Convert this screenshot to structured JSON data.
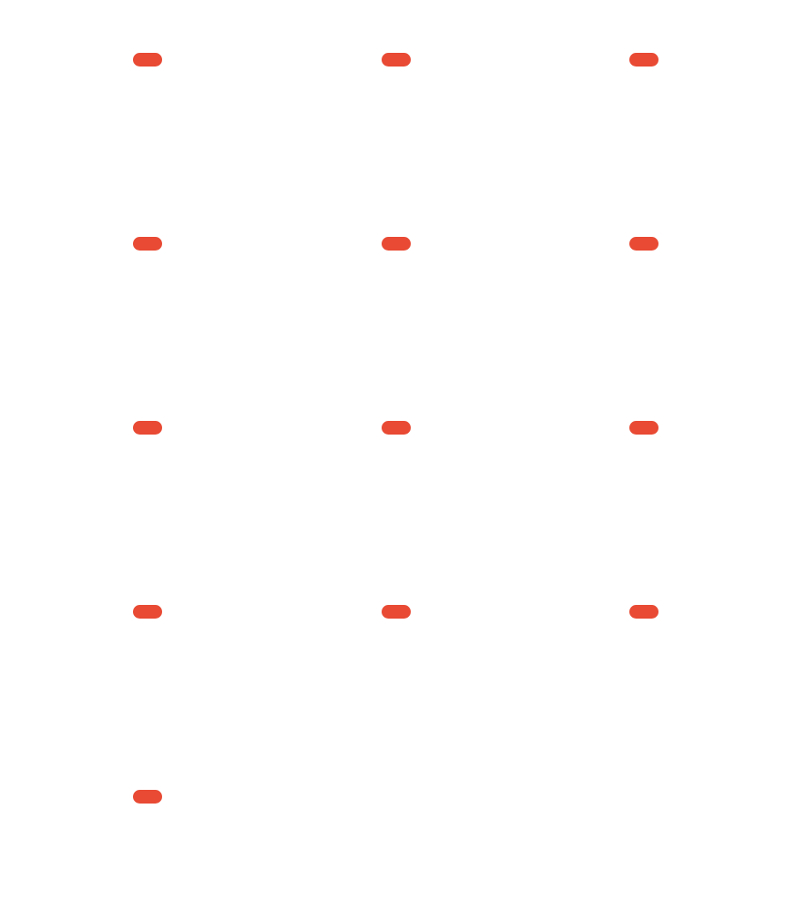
{
  "colors": {
    "background": "#ffffff",
    "badge": "#e84a34"
  },
  "badges": [
    {
      "icon": "red-pill-badge"
    },
    {
      "icon": "red-pill-badge"
    },
    {
      "icon": "red-pill-badge"
    },
    {
      "icon": "red-pill-badge"
    },
    {
      "icon": "red-pill-badge"
    },
    {
      "icon": "red-pill-badge"
    },
    {
      "icon": "red-pill-badge"
    },
    {
      "icon": "red-pill-badge"
    },
    {
      "icon": "red-pill-badge"
    },
    {
      "icon": "red-pill-badge"
    },
    {
      "icon": "red-pill-badge"
    },
    {
      "icon": "red-pill-badge"
    },
    {
      "icon": "red-pill-badge"
    }
  ]
}
